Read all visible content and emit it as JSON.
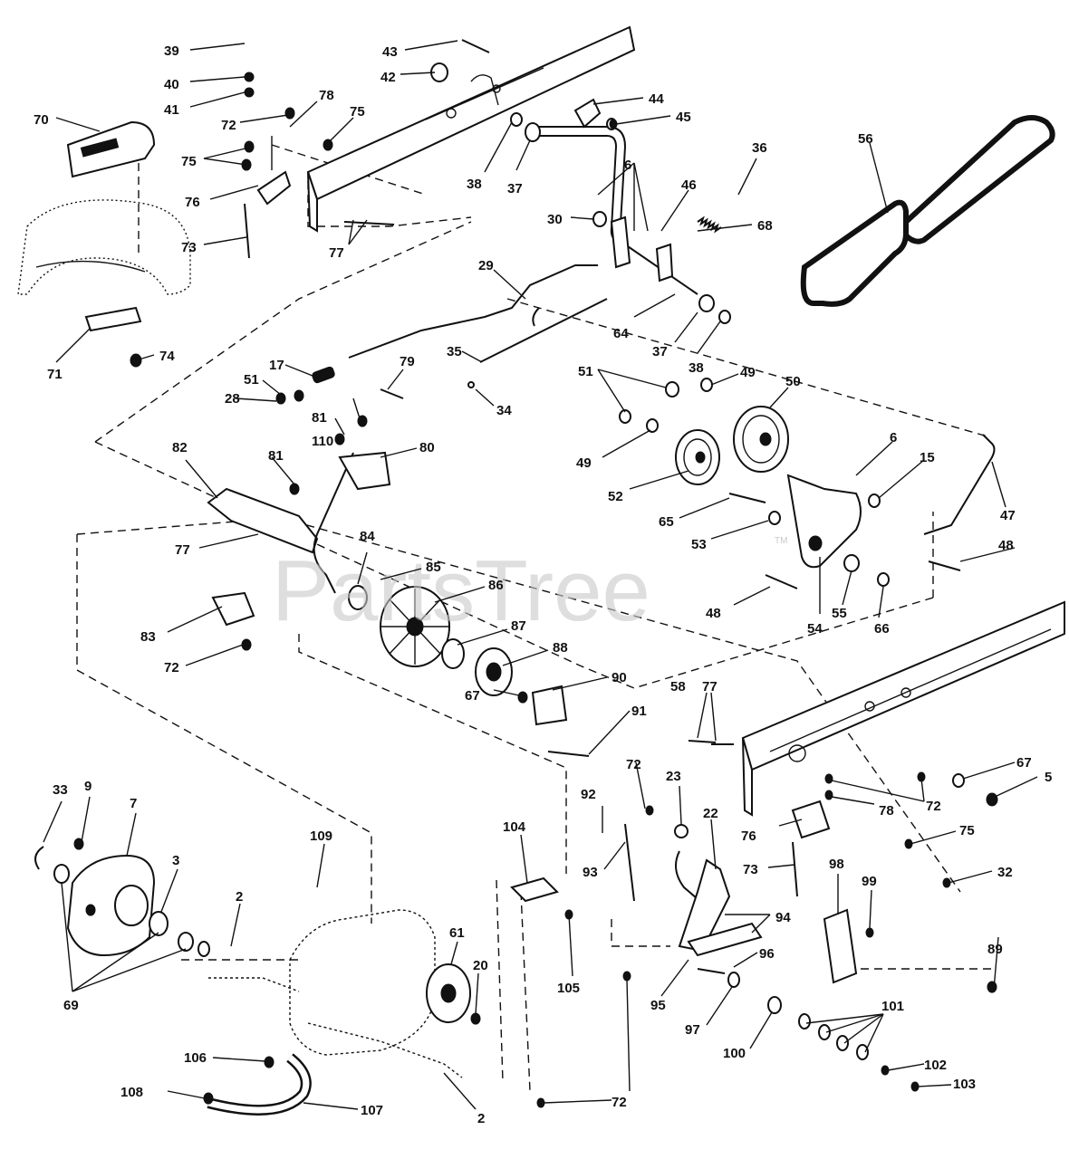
{
  "watermark": {
    "brand": "PartsTree",
    "trademark": "TM"
  },
  "callouts": {
    "c2a": "2",
    "c2b": "2",
    "c3": "3",
    "c5": "5",
    "c6a": "6",
    "c6b": "6",
    "c7": "7",
    "c9": "9",
    "c15": "15",
    "c17": "17",
    "c20": "20",
    "c22": "22",
    "c23": "23",
    "c28": "28",
    "c29": "29",
    "c30": "30",
    "c32": "32",
    "c33": "33",
    "c34": "34",
    "c35": "35",
    "c36": "36",
    "c37a": "37",
    "c37b": "37",
    "c38a": "38",
    "c38b": "38",
    "c39": "39",
    "c40": "40",
    "c41": "41",
    "c42": "42",
    "c43": "43",
    "c44": "44",
    "c45": "45",
    "c46": "46",
    "c47": "47",
    "c48a": "48",
    "c48b": "48",
    "c49a": "49",
    "c49b": "49",
    "c50": "50",
    "c51a": "51",
    "c51b": "51",
    "c52": "52",
    "c53": "53",
    "c54": "54",
    "c55": "55",
    "c56": "56",
    "c58": "58",
    "c61": "61",
    "c64": "64",
    "c65": "65",
    "c66": "66",
    "c67a": "67",
    "c67b": "67",
    "c68": "68",
    "c69": "69",
    "c70": "70",
    "c71": "71",
    "c72a": "72",
    "c72b": "72",
    "c72c": "72",
    "c72d": "72",
    "c72e": "72",
    "c73a": "73",
    "c73b": "73",
    "c74": "74",
    "c75a": "75",
    "c75b": "75",
    "c75c": "75",
    "c76a": "76",
    "c76b": "76",
    "c77a": "77",
    "c77b": "77",
    "c77c": "77",
    "c78a": "78",
    "c78b": "78",
    "c79": "79",
    "c80": "80",
    "c81a": "81",
    "c81b": "81",
    "c82": "82",
    "c83": "83",
    "c84": "84",
    "c85": "85",
    "c86": "86",
    "c87": "87",
    "c88": "88",
    "c89": "89",
    "c90": "90",
    "c91": "91",
    "c92": "92",
    "c93": "93",
    "c94": "94",
    "c95": "95",
    "c96": "96",
    "c97": "97",
    "c98": "98",
    "c99": "99",
    "c100": "100",
    "c101": "101",
    "c102": "102",
    "c103": "103",
    "c104": "104",
    "c105": "105",
    "c106": "106",
    "c107": "107",
    "c108": "108",
    "c109": "109",
    "c110": "110"
  }
}
